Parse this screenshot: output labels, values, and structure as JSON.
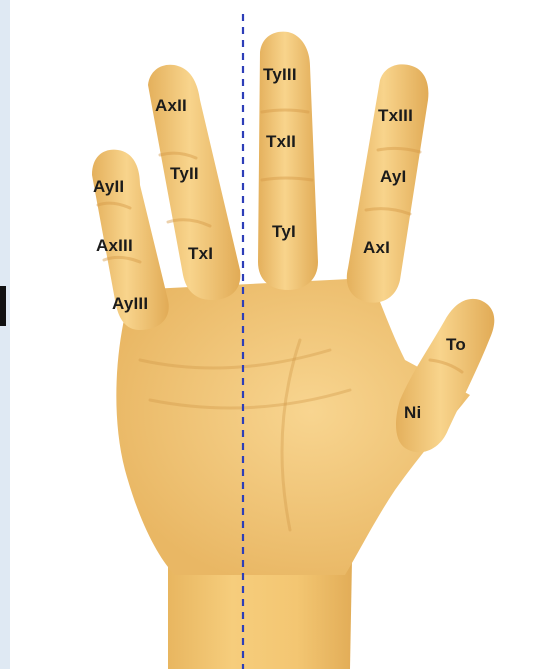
{
  "diagram": {
    "labels": {
      "pinky_tip": "AyII",
      "pinky_mid": "AxIII",
      "pinky_base": "AyIII",
      "ring_tip": "AxII",
      "ring_mid": "TyII",
      "ring_base": "TxI",
      "middle_tip": "TyIII",
      "middle_mid": "TxII",
      "middle_base": "TyI",
      "index_tip": "TxIII",
      "index_mid": "AyI",
      "index_base": "AxI",
      "thumb_tip": "To",
      "thumb_base": "Ni"
    },
    "colors": {
      "skin": "#f2c46e",
      "skin_shadow": "#d9a552",
      "skin_highlight": "#f8d690",
      "midline": "#2d3eb8",
      "label": "#1b1b1b"
    }
  }
}
